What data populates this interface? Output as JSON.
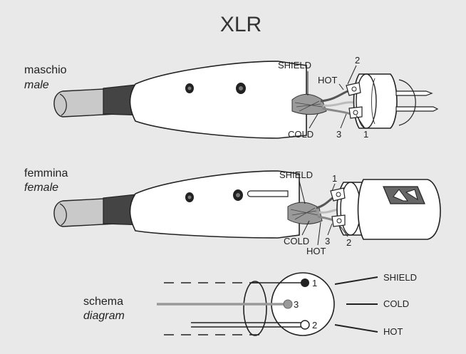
{
  "title": "XLR",
  "male": {
    "label": "maschio",
    "label_en": "male",
    "shield": "SHIELD",
    "hot": "HOT",
    "cold": "COLD",
    "pins": [
      "2",
      "3",
      "1"
    ]
  },
  "female": {
    "label": "femmina",
    "label_en": "female",
    "shield": "SHIELD",
    "cold": "COLD",
    "hot": "HOT",
    "pins": [
      "1",
      "3",
      "2"
    ]
  },
  "diagram": {
    "label": "schema",
    "label_en": "diagram",
    "pins": [
      "1",
      "3",
      "2"
    ],
    "outputs": [
      "SHIELD",
      "COLD",
      "HOT"
    ]
  }
}
